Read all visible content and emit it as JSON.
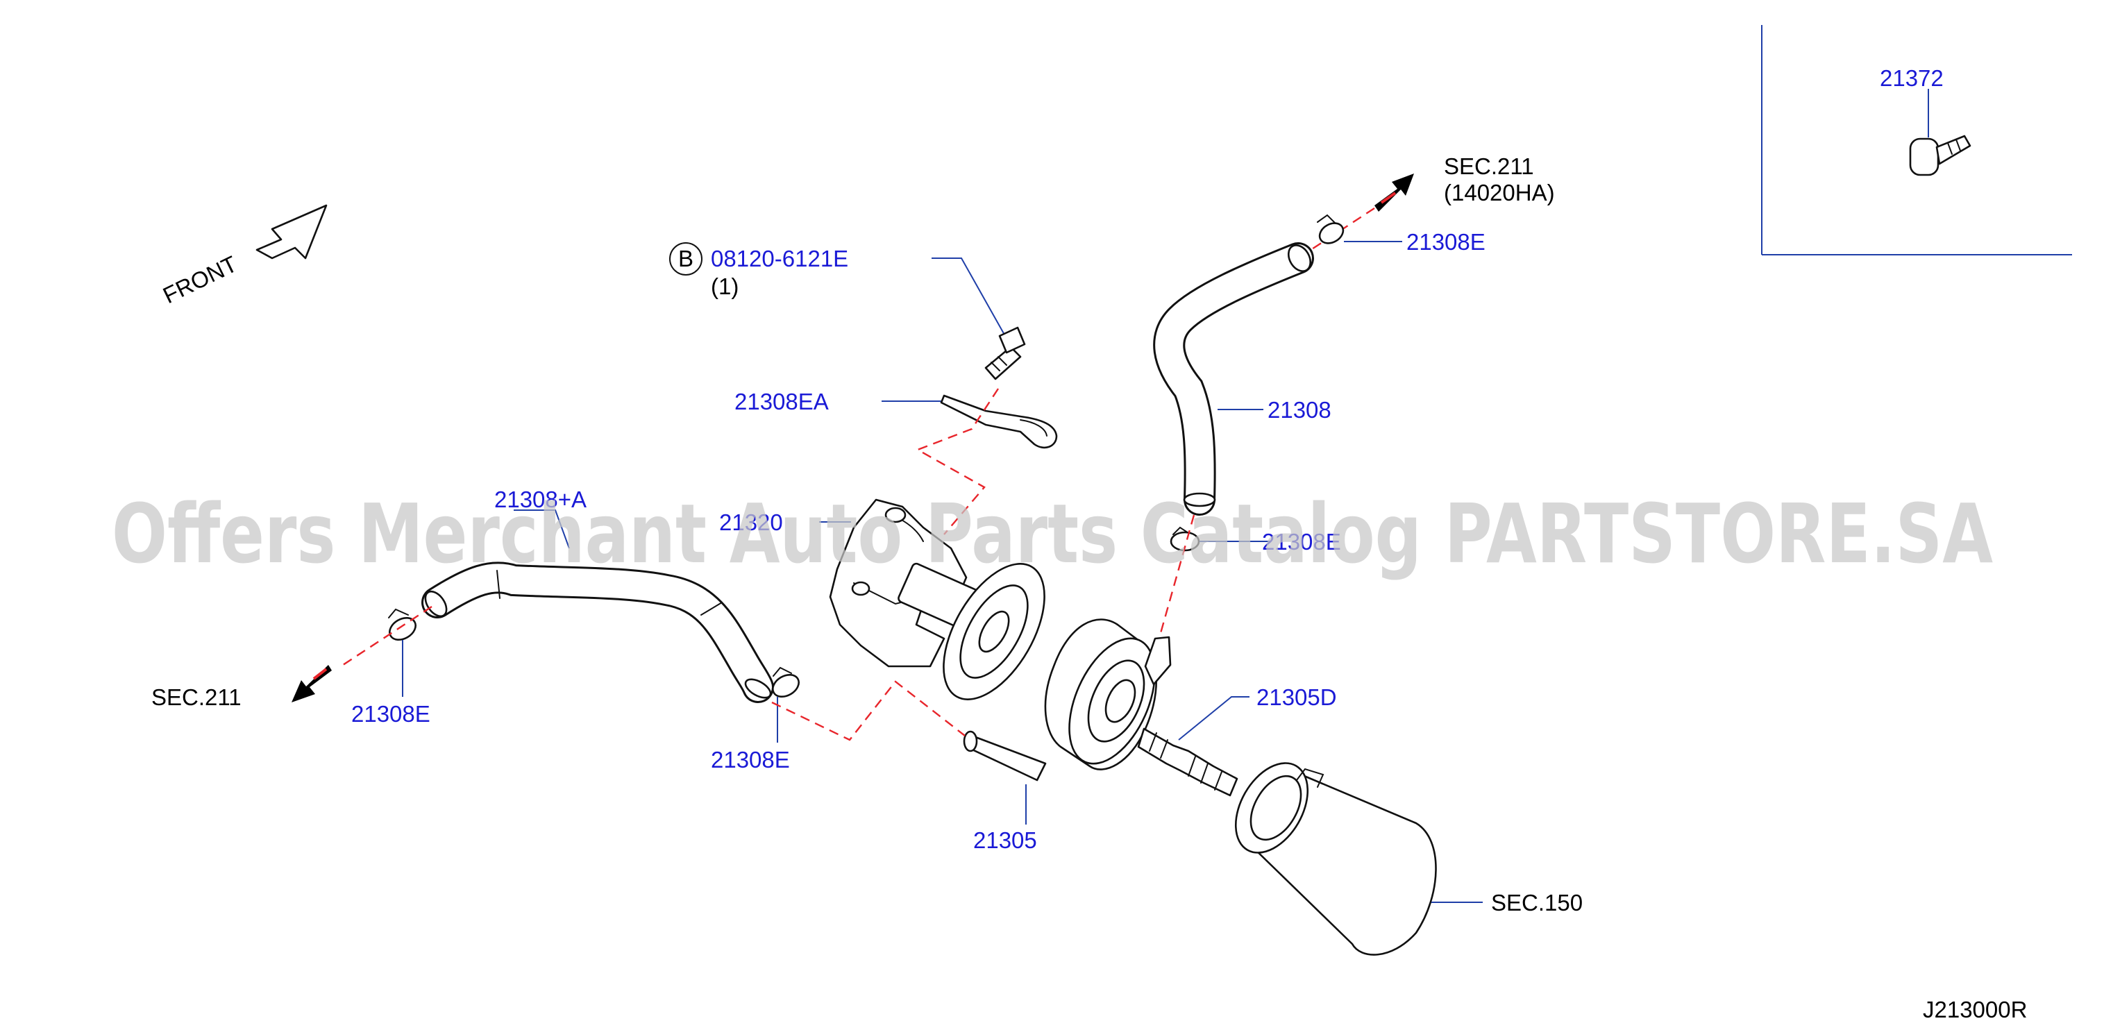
{
  "watermark": "Offers Merchant Auto Parts Catalog PARTSTORE.SA",
  "direction_label": "FRONT",
  "diagram_id": "J213000R",
  "callouts": {
    "p21372": "21372",
    "sec211_top": "SEC.211",
    "sec211_top_sub": "(14020HA)",
    "p21308E_top": "21308E",
    "bolt_marker": "B",
    "bolt_part": "08120-6121E",
    "bolt_qty": "(1)",
    "p21308EA": "21308EA",
    "p21308_upper": "21308",
    "p21308A": "21308+A",
    "p21320": "21320",
    "p21308E_mid": "21308E",
    "p21305D": "21305D",
    "sec211_left": "SEC.211",
    "p21308E_left": "21308E",
    "p21308E_bottom": "21308E",
    "p21305": "21305",
    "sec150": "SEC.150"
  },
  "colors": {
    "part_numbers": "#1a1ad6",
    "leaders": "#1f3fa8",
    "assembly_lines": "#e8252b",
    "watermark": "#c8c8c8"
  }
}
